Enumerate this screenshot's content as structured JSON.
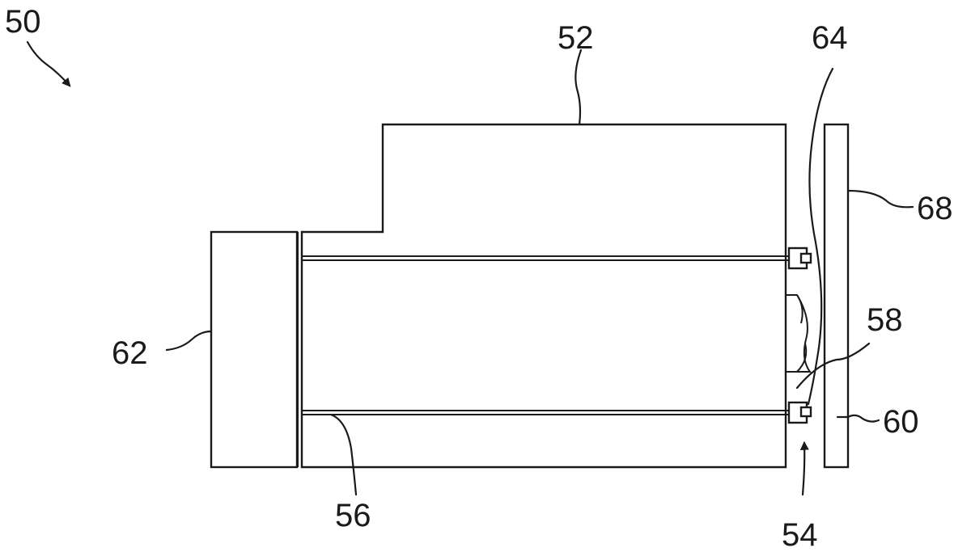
{
  "figure": {
    "labels": {
      "assembly": "50",
      "housing": "52",
      "gap": "54",
      "rod": "56",
      "spring": "58",
      "fastener": "60",
      "end_block": "62",
      "flex_lead": "64",
      "plate": "68"
    }
  }
}
